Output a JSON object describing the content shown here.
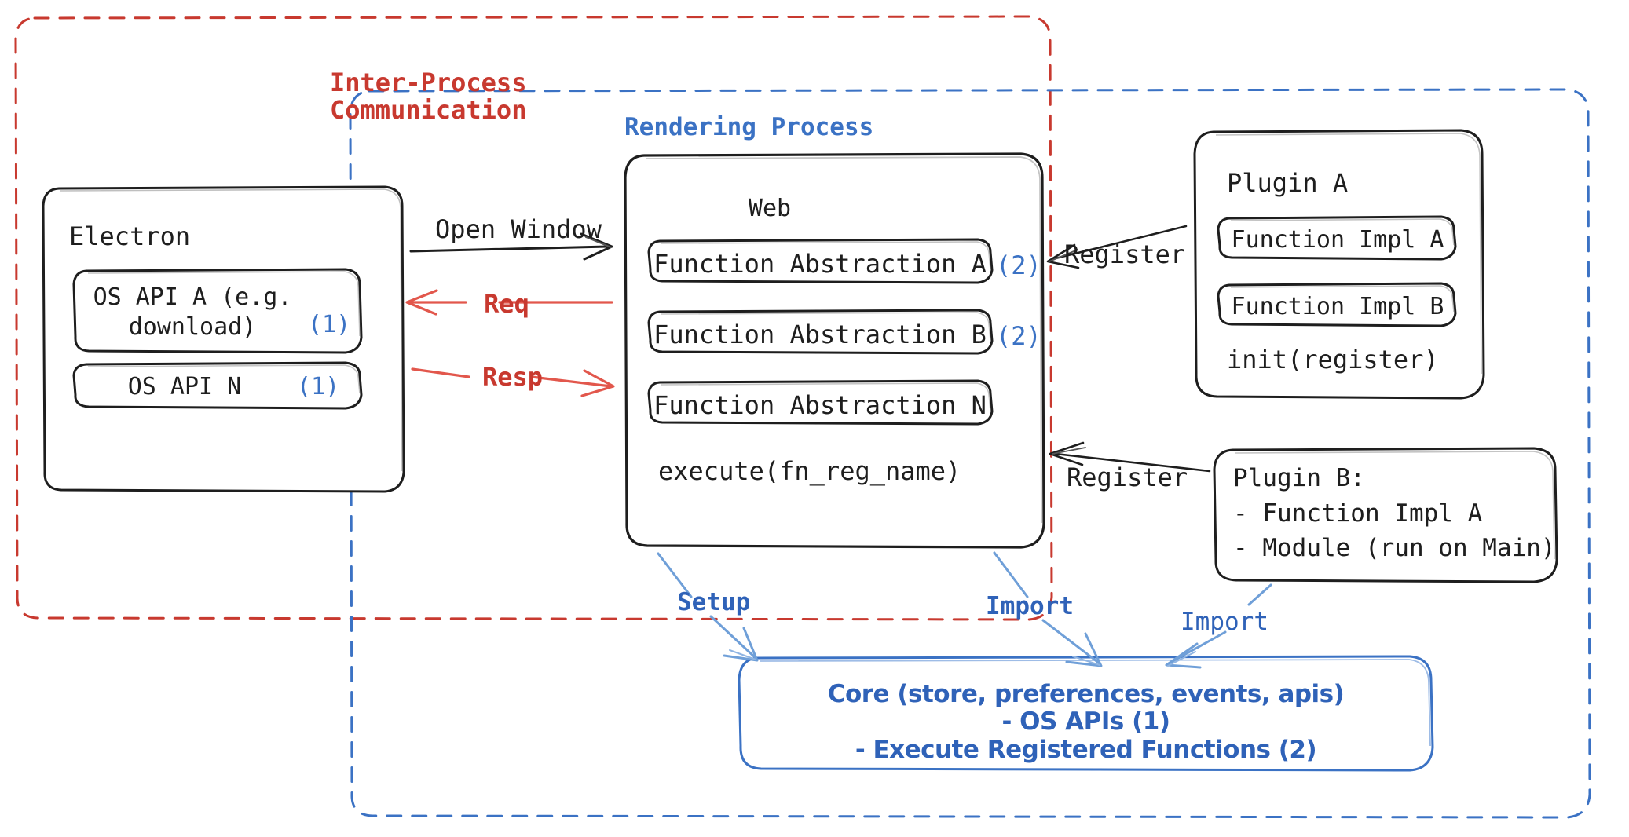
{
  "diagram": {
    "title": "Electron plugin architecture",
    "colors": {
      "ipc_red": "#c8392f",
      "render_blue": "#3b72c4",
      "accent_blue": "#2f62b8",
      "stroke_dark": "#1e1e1e",
      "background": "#ffffff"
    }
  },
  "ipc_boundary": {
    "label_line1": "Inter-Process",
    "label_line2": "Communication"
  },
  "rendering_boundary": {
    "label": "Rendering Process"
  },
  "electron": {
    "title": "Electron",
    "apis": [
      {
        "text": "OS API A (e.g.\ndownload)",
        "marker": "(1)"
      },
      {
        "text": "OS API N",
        "marker": "(1)"
      }
    ]
  },
  "web": {
    "title": "Web",
    "functions": [
      {
        "label": "Function Abstraction A",
        "marker": "(2)"
      },
      {
        "label": "Function Abstraction B",
        "marker": "(2)"
      },
      {
        "label": "Function Abstraction N",
        "marker": ""
      }
    ],
    "footer": "execute(fn_reg_name)"
  },
  "plugin_a": {
    "title": "Plugin A",
    "impls": [
      "Function Impl A",
      "Function Impl B"
    ],
    "footer": "init(register)"
  },
  "plugin_b": {
    "lines": [
      "Plugin B:",
      "- Function Impl A",
      "- Module (run on Main)"
    ]
  },
  "core": {
    "lines": [
      "Core (store, preferences, events, apis)",
      "- OS APIs (1)",
      "- Execute Registered Functions (2)"
    ]
  },
  "arrows": {
    "open_window": "Open Window",
    "req": "Req",
    "resp": "Resp",
    "register_top": "Register",
    "register_bottom": "Register",
    "setup": "Setup",
    "import_web": "Import",
    "import_plugin": "Import"
  }
}
